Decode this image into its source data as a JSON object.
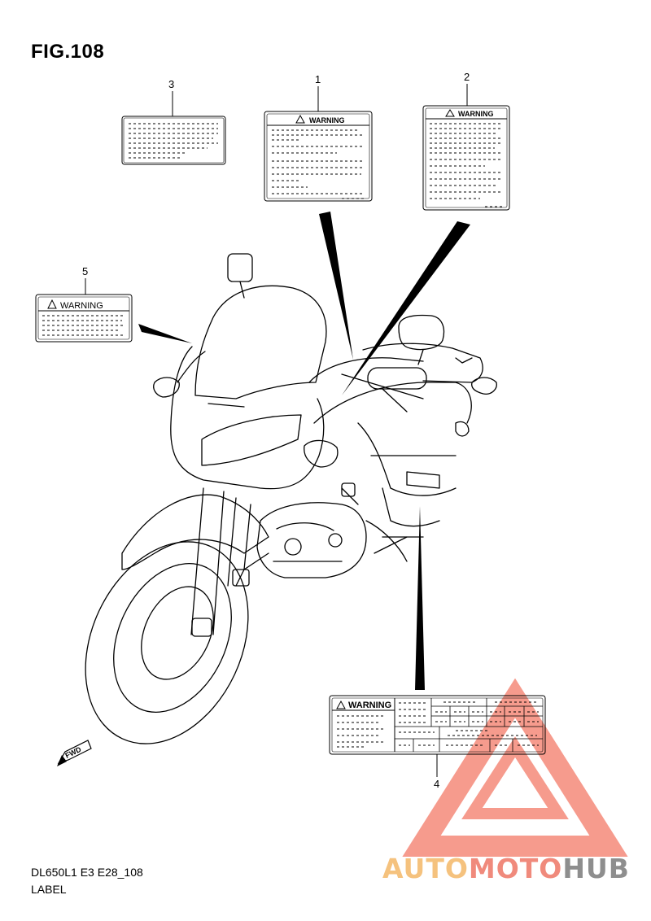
{
  "figure": {
    "title": "FIG.108"
  },
  "footer": {
    "code": "DL650L1 E3 E28_108",
    "label": "LABEL"
  },
  "callouts": [
    "1",
    "2",
    "3",
    "4",
    "5"
  ],
  "labels": {
    "warning_text": "WARNING",
    "fwd_text": "FWD"
  },
  "watermark": {
    "part1": "AUTO",
    "part2": "MOTO",
    "part3": "HUB",
    "colors": {
      "auto": "#f5c27e",
      "moto": "#f08a7c",
      "hub": "#8e8e8e",
      "logo": "#f06a5c"
    }
  }
}
